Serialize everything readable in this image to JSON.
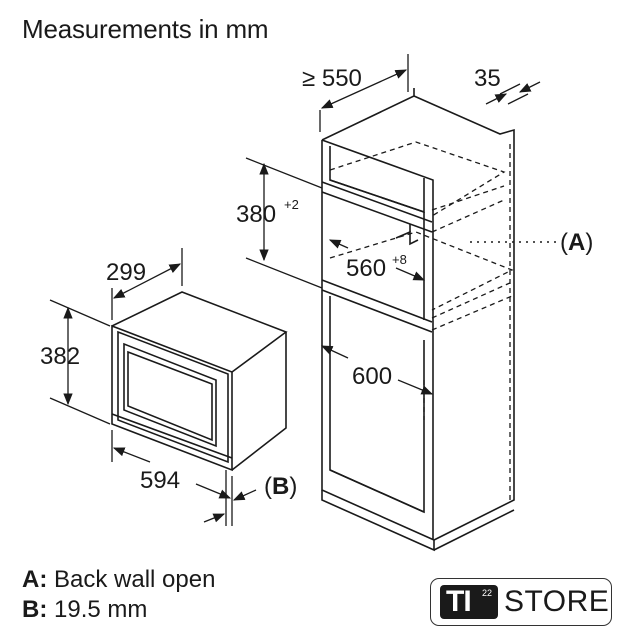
{
  "title": "Measurements in mm",
  "dimensions": {
    "cabinet_depth": "≥ 550",
    "recess": "35",
    "niche_height": "380",
    "niche_height_tol": "+2",
    "niche_width": "560",
    "niche_width_tol": "+8",
    "cabinet_width": "600",
    "oven_depth": "299",
    "oven_height": "382",
    "oven_width": "594"
  },
  "callouts": {
    "a": "(A)",
    "b": "(B)"
  },
  "legend": {
    "a_key": "A:",
    "a_text": "Back wall open",
    "b_key": "B:",
    "b_text": "19.5 mm"
  },
  "logo": {
    "mark": "TI",
    "mark_sup": "22",
    "word": "STORE"
  }
}
